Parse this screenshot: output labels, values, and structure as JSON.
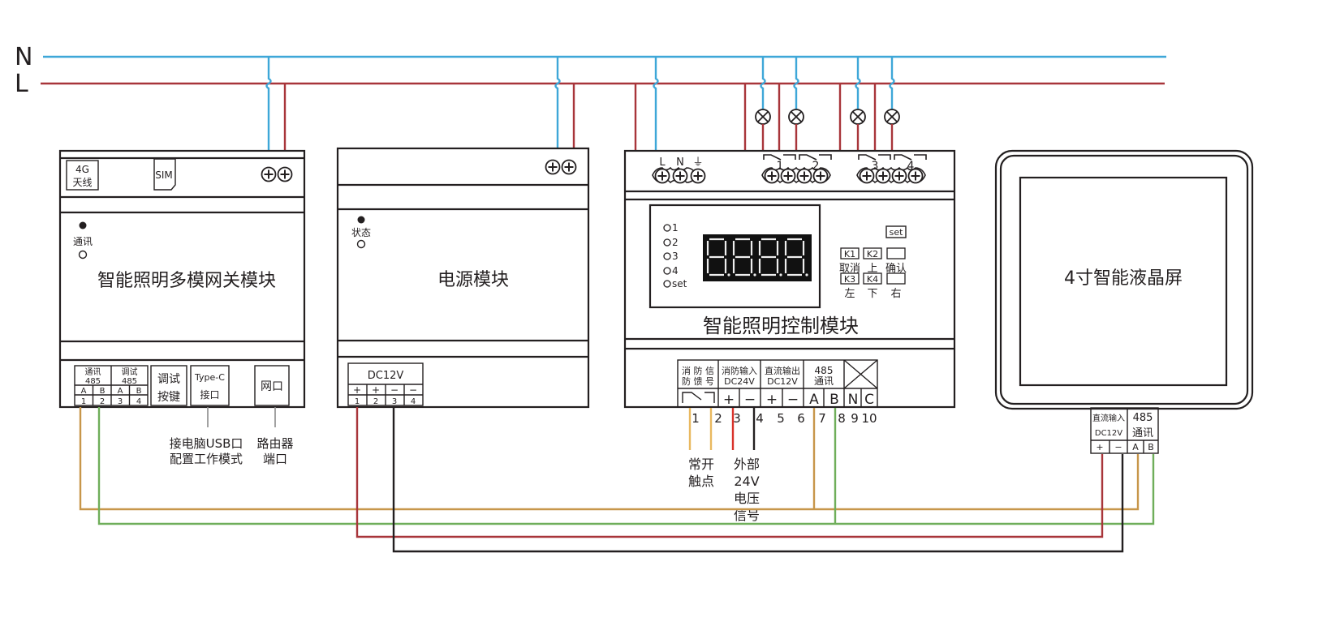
{
  "diagram": {
    "type": "wiring-diagram",
    "mains": {
      "neutral_label": "N",
      "live_label": "L"
    },
    "colors": {
      "neutral": "#3ea7d8",
      "live": "#a8353a",
      "rs485_a": "#c7964a",
      "rs485_b": "#6fae5a",
      "dc_positive": "#a8353a",
      "dc_negative": "#231f20",
      "fire_contact": "#e9b85f",
      "dc24_positive": "#d9322a",
      "dc24_negative": "#231f20",
      "usb_leader": "#8a8a8a",
      "outline": "#231f20"
    },
    "gateway": {
      "title": "智能照明多模网关模块",
      "antenna_line1": "4G",
      "antenna_line2": "天线",
      "sim_label": "SIM",
      "led_label": "通讯",
      "port_comm_line1": "通讯",
      "port_comm_line2": "485",
      "port_debug_line1": "调试",
      "port_debug_line2": "485",
      "port_letters": [
        "A",
        "B",
        "A",
        "B"
      ],
      "port_numbers": [
        "1",
        "2",
        "3",
        "4"
      ],
      "debug_button_line1": "调试",
      "debug_button_line2": "按键",
      "typec_line1": "Type-C",
      "typec_line2": "接口",
      "ethernet_label": "网口",
      "usb_note_line1": "接电脑USB口",
      "usb_note_line2": "配置工作模式",
      "router_note_line1": "路由器",
      "router_note_line2": "端口"
    },
    "power": {
      "title": "电源模块",
      "led_label": "状态",
      "output_label": "DC12V",
      "output_signs": [
        "+",
        "+",
        "−",
        "−"
      ],
      "output_numbers": [
        "1",
        "2",
        "3",
        "4"
      ]
    },
    "controller": {
      "title": "智能照明控制模块",
      "input_labels": [
        "L",
        "N",
        "⏚"
      ],
      "relay_numbers": [
        "1",
        "2",
        "3",
        "4"
      ],
      "indicators": [
        "1",
        "2",
        "3",
        "4",
        "set"
      ],
      "display_value": "8.8.8.8.",
      "set_label": "set",
      "keys": [
        {
          "key": "K1",
          "label": "取消"
        },
        {
          "key": "K2",
          "label": "上"
        },
        {
          "key": "",
          "label": "确认"
        },
        {
          "key": "K3",
          "label": "左"
        },
        {
          "key": "K4",
          "label": "下"
        },
        {
          "key": "",
          "label": "右"
        }
      ],
      "terminal_groups": [
        {
          "line1": "消 防 信",
          "line2": "防 馈 号"
        },
        {
          "line1": "消防输入",
          "line2": "DC24V"
        },
        {
          "line1": "直流输出",
          "line2": "DC12V"
        },
        {
          "line1": "485",
          "line2": "通讯"
        }
      ],
      "terminal_signs": [
        "+",
        "−",
        "+",
        "−",
        "A",
        "B",
        "N",
        "C"
      ],
      "terminal_numbers": [
        "1",
        "2",
        "3",
        "4",
        "5",
        "6",
        "7",
        "8",
        "9",
        "10"
      ],
      "fire_note_line1": "常开",
      "fire_note_line2": "触点",
      "voltage_note": [
        "外部",
        "24V",
        "电压",
        "信号"
      ]
    },
    "lcd": {
      "title": "4寸智能液晶屏",
      "dc_input_line1": "直流输入",
      "dc_input_line2": "DC12V",
      "comm_line1": "485",
      "comm_line2": "通讯",
      "signs": [
        "+",
        "−",
        "A",
        "B"
      ]
    }
  }
}
